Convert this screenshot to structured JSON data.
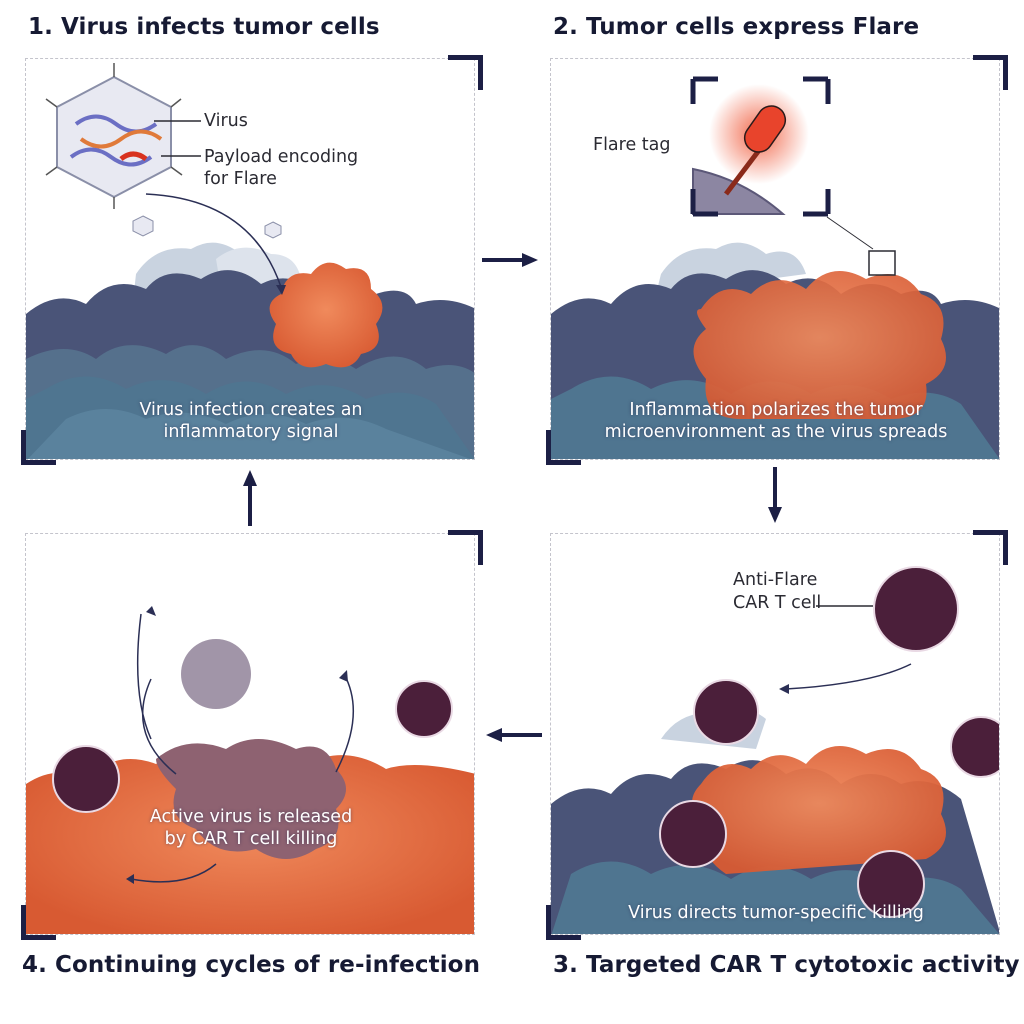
{
  "titles": {
    "step1": "1. Virus infects tumor cells",
    "step2": "2. Tumor cells express Flare",
    "step3": "3. Targeted CAR T cytotoxic activity",
    "step4": "4. Continuing cycles of re-infection"
  },
  "panel1": {
    "label_virus": "Virus",
    "label_payload_line1": "Payload encoding",
    "label_payload_line2": "for Flare",
    "caption_line1": "Virus infection creates an",
    "caption_line2": "inflammatory signal"
  },
  "panel2": {
    "label_flare_tag": "Flare tag",
    "caption_line1": "Inflammation polarizes the tumor",
    "caption_line2": "microenvironment as the virus spreads"
  },
  "panel3": {
    "label_cart_line1": "Anti-Flare",
    "label_cart_line2": "CAR T cell",
    "caption": "Virus directs tumor-specific killing"
  },
  "panel4": {
    "caption_line1": "Active virus is released",
    "caption_line2": "by CAR T cell killing"
  },
  "colors": {
    "frame": "#1c1f45",
    "tumor_dark": "#4a5478",
    "tumor_teal": "#4f7590",
    "infected": "#e0643a",
    "cart": "#4b1f3a",
    "flare_red": "#d8321f"
  }
}
